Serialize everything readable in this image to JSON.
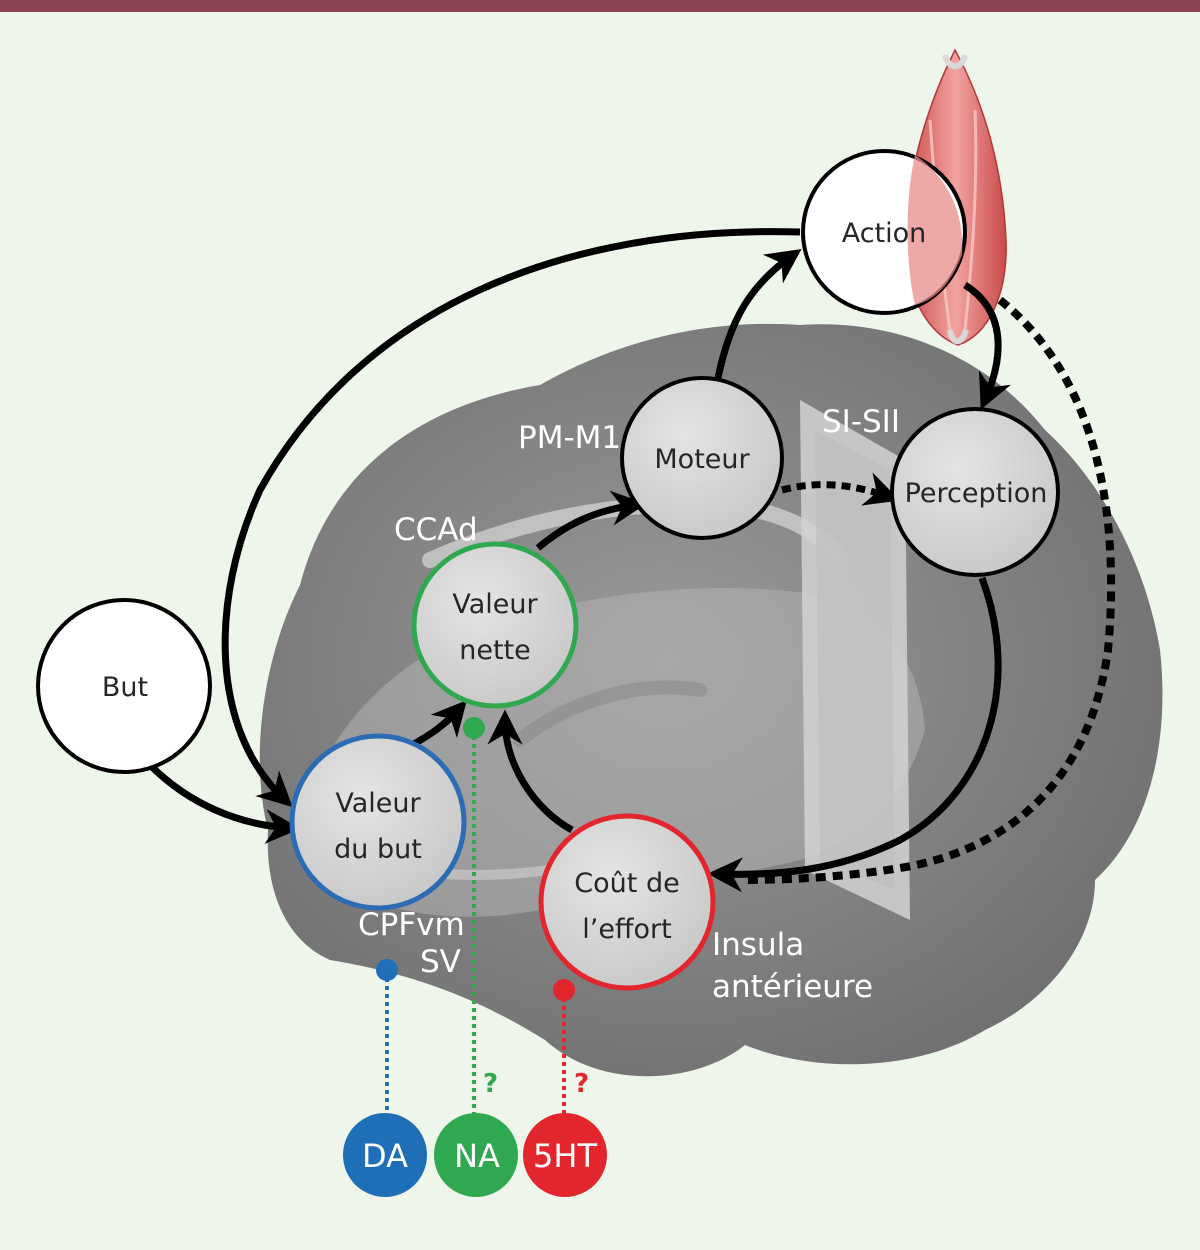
{
  "nodes": {
    "action": {
      "label": "Action"
    },
    "perception": {
      "label": "Perception"
    },
    "moteur": {
      "label": "Moteur"
    },
    "valeur_nette": {
      "line1": "Valeur",
      "line2": "nette"
    },
    "but": {
      "label": "But"
    },
    "valeur_but": {
      "line1": "Valeur",
      "line2": "du but"
    },
    "cout_effort": {
      "line1": "Coût de",
      "line2": "l’effort"
    }
  },
  "regions": {
    "pm_m1": "PM-M1",
    "si_sii": "SI-SII",
    "ccad": "CCAd",
    "cpfvm": "CPFvm",
    "sv": "SV",
    "insula_line1": "Insula",
    "insula_line2": "antérieure"
  },
  "transmitters": [
    {
      "label": "DA",
      "color": "#1f6fb8",
      "question": ""
    },
    {
      "label": "NA",
      "color": "#2fa84f",
      "question": "?"
    },
    {
      "label": "5HT",
      "color": "#e3262d",
      "question": "?"
    }
  ],
  "colors": {
    "valeur_but": "#2b6cb4",
    "valeur_nette": "#2fa84f",
    "cout_effort": "#e3262d",
    "header_bar": "#8c4452",
    "background": "#eef5ea"
  }
}
